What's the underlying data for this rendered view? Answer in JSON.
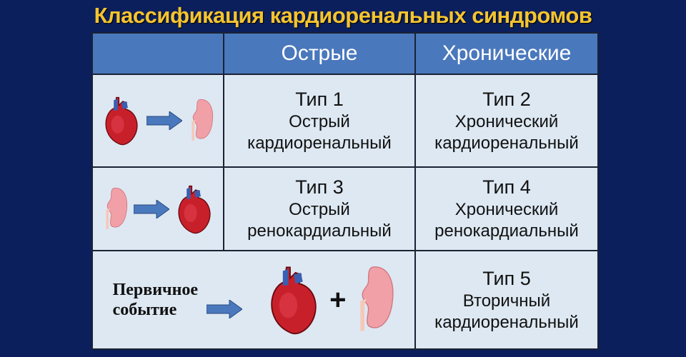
{
  "title": "Классификация кардиоренальных синдромов",
  "headers": [
    "",
    "Острые",
    "Хронические"
  ],
  "rows": [
    {
      "type1": {
        "label": "Тип 1",
        "line1": "Острый",
        "line2": "кардиоренальный"
      },
      "type2": {
        "label": "Тип 2",
        "line1": "Хронический",
        "line2": "кардиоренальный"
      }
    },
    {
      "type1": {
        "label": "Тип 3",
        "line1": "Острый",
        "line2": "ренокардиальный"
      },
      "type2": {
        "label": "Тип 4",
        "line1": "Хронический",
        "line2": "ренокардиальный"
      }
    }
  ],
  "last_row": {
    "primary_line1": "Первичное",
    "primary_line2": "событие",
    "plus": "+",
    "type5": {
      "label": "Тип 5",
      "line1": "Вторичный",
      "line2": "кардиоренальный"
    }
  },
  "colors": {
    "background": "#0b1f5c",
    "title": "#f4c430",
    "header": "#4a78bd",
    "cell": "#dde8f2",
    "arrow": "#4a78bd"
  }
}
